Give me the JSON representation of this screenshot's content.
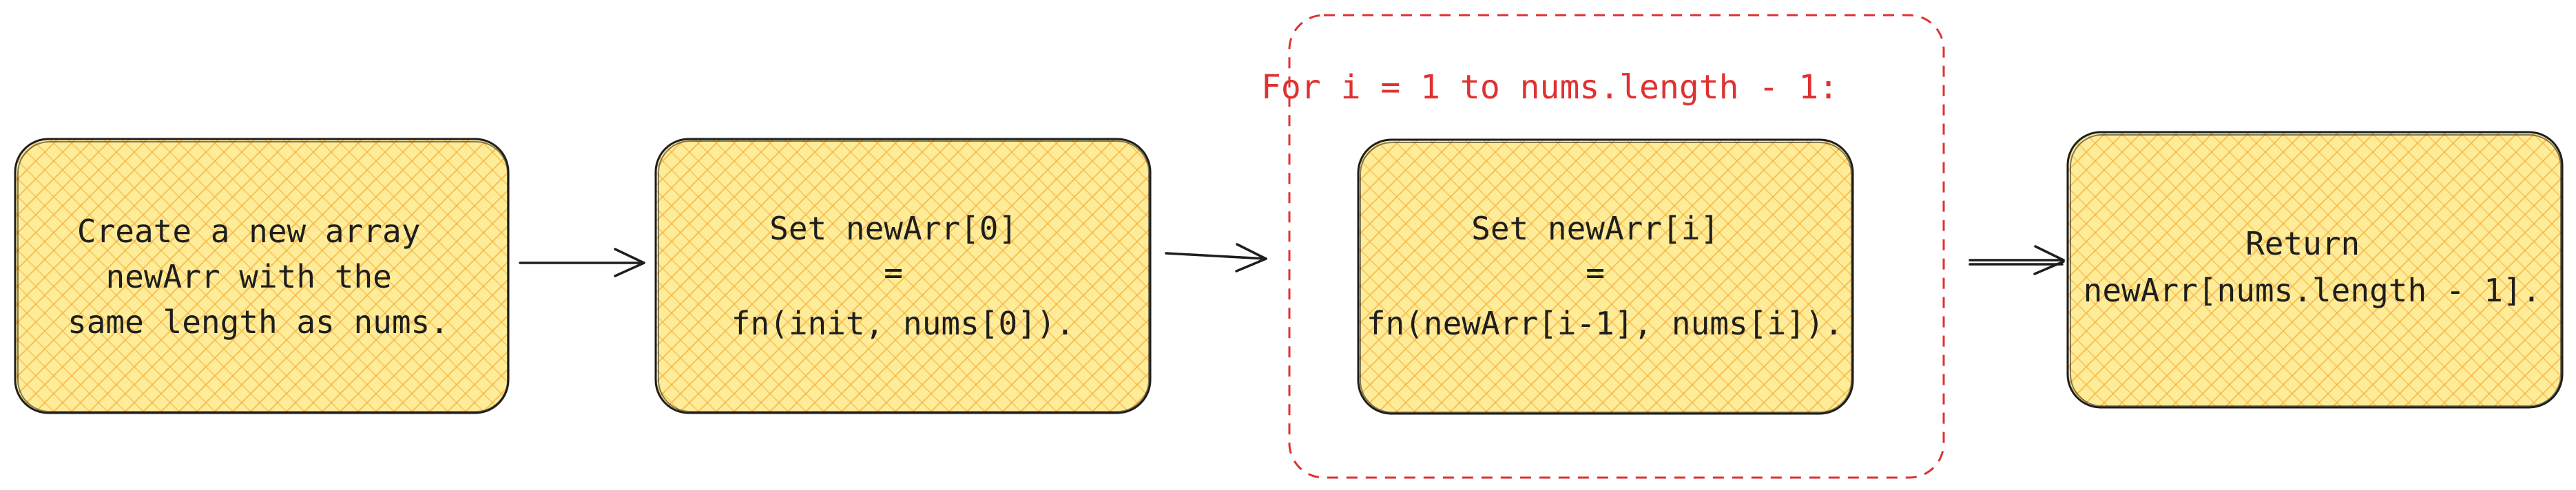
{
  "diagram": {
    "steps": [
      {
        "lines": [
          "Create a new array",
          "newArr with the",
          "same length as nums."
        ]
      },
      {
        "lines": [
          "Set newArr[0]",
          "=",
          "fn(init, nums[0])."
        ]
      },
      {
        "lines": [
          "Set newArr[i]",
          "=",
          "fn(newArr[i-1], nums[i])."
        ]
      },
      {
        "lines": [
          "Return",
          "newArr[nums.length - 1]."
        ]
      }
    ],
    "loop_label": "For i = 1 to nums.length - 1:"
  },
  "colors": {
    "box_fill": "#ffec99",
    "box_hatch": "#f5b13b",
    "stroke": "#1e1e1e",
    "loop_accent": "#e03131"
  }
}
